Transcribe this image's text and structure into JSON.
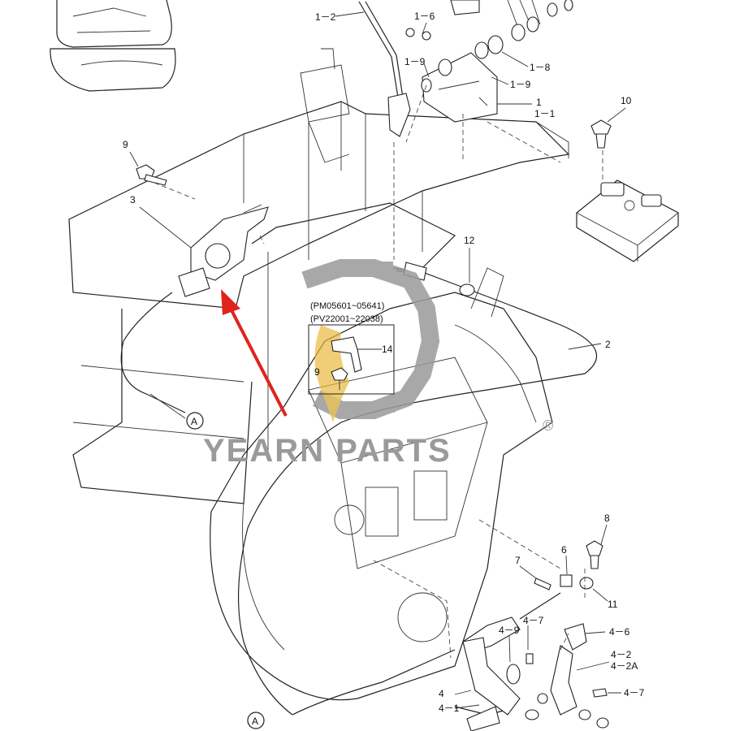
{
  "callouts": {
    "c1_2": "1－2",
    "c1_6": "1－6",
    "c1_9a": "1－9",
    "c1_9b": "1－9",
    "c1_8": "1－8",
    "c1": "1",
    "c1_1": "1－1",
    "c10": "10",
    "c9": "9",
    "c3": "3",
    "c12": "12",
    "c2": "2",
    "c14": "14",
    "c9b": "9",
    "cA1": "A",
    "cA2": "A",
    "c8": "8",
    "c7": "7",
    "c6": "6",
    "c11": "11",
    "c4_7a": "4－7",
    "c4_9": "4－9",
    "c4_6": "4－6",
    "c4_2": "4－2",
    "c4_2A": "4－2A",
    "c4_7b": "4－7",
    "c4": "4",
    "c4_1": "4－1"
  },
  "notes": {
    "serial_1": "(PM05601~05641)",
    "serial_2": "(PV22001~22038)"
  },
  "watermark": {
    "brand": "YEARN PARTS",
    "registered": "®"
  },
  "colors": {
    "arrow": "#e0231d",
    "watermark_gray": "#9a9a9a",
    "watermark_gold": "#e8b83a"
  }
}
